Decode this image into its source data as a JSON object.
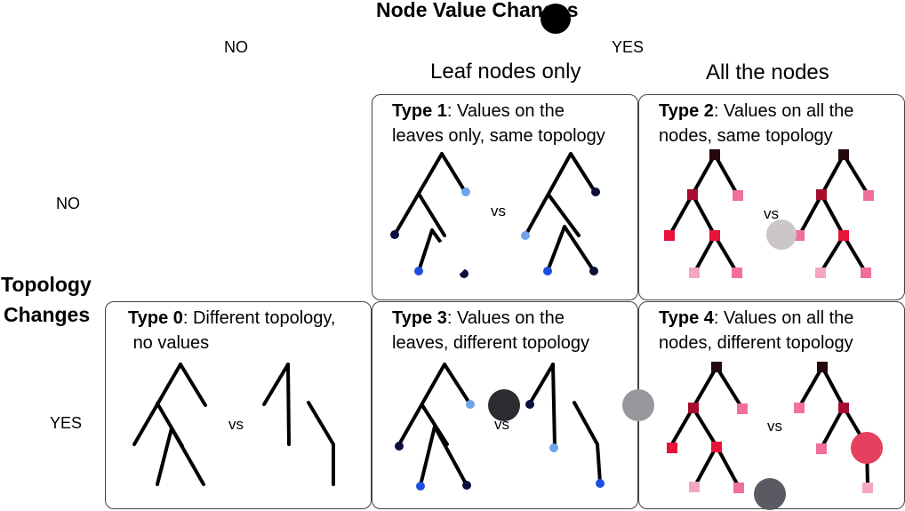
{
  "header": {
    "node_value_changes": "Node Value Changes",
    "no": "NO",
    "yes": "YES",
    "col_leaf": "Leaf nodes only",
    "col_all": "All the nodes"
  },
  "side": {
    "topology": "Topology",
    "changes": "Changes",
    "no": "NO",
    "yes": "YES"
  },
  "vs": "vs",
  "boxes": {
    "type0": {
      "name": "Type 0",
      "line1": ": Different topology,",
      "line2": "no values"
    },
    "type1": {
      "name": "Type 1",
      "line1": ": Values on the",
      "line2": "leaves only, same topology"
    },
    "type2": {
      "name": "Type 2",
      "line1": ": Values on all the",
      "line2": "nodes, same topology"
    },
    "type3": {
      "name": "Type 3",
      "line1": ": Values on the",
      "line2": "leaves, different topology"
    },
    "type4": {
      "name": "Type 4",
      "line1": ": Values on all the",
      "line2": "nodes, different topology"
    }
  },
  "colors": {
    "navy": "#0a0f3c",
    "light_blue": "#6fa3ea",
    "blue": "#1e4fe0",
    "dark_root": "#24080c",
    "crimson": "#a50c2e",
    "red": "#e8133a",
    "pink": "#f0709a",
    "light_pink": "#f6a5c5"
  }
}
